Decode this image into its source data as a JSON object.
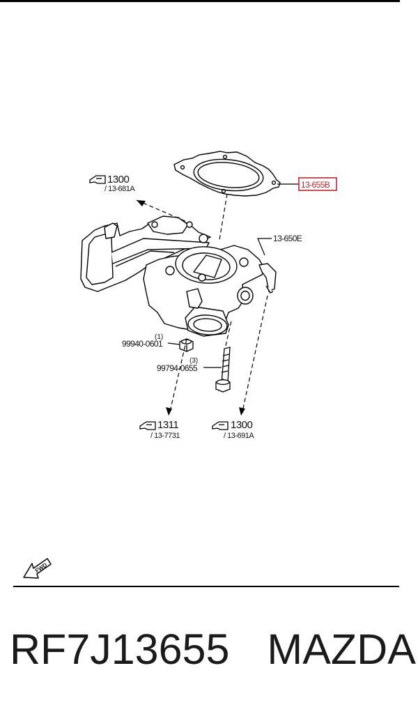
{
  "diagram": {
    "parts": {
      "gasket": "13-655B",
      "throttle_body": "13-650E",
      "nut": "99940-0601",
      "bolt": "99794-0655"
    },
    "quantities": {
      "nut": "(1)",
      "bolt": "(3)"
    },
    "references": {
      "top_left": {
        "page": "1300",
        "sub": "/ 13-681A"
      },
      "bottom_left": {
        "page": "1311",
        "sub": "/ 13-7731"
      },
      "bottom_right": {
        "page": "1300",
        "sub": "/ 13-691A"
      }
    },
    "forward_label": "FWD",
    "highlight_color": "#c0252d"
  },
  "caption": {
    "part_number": "RF7J13655",
    "brand": "MAZDA"
  }
}
